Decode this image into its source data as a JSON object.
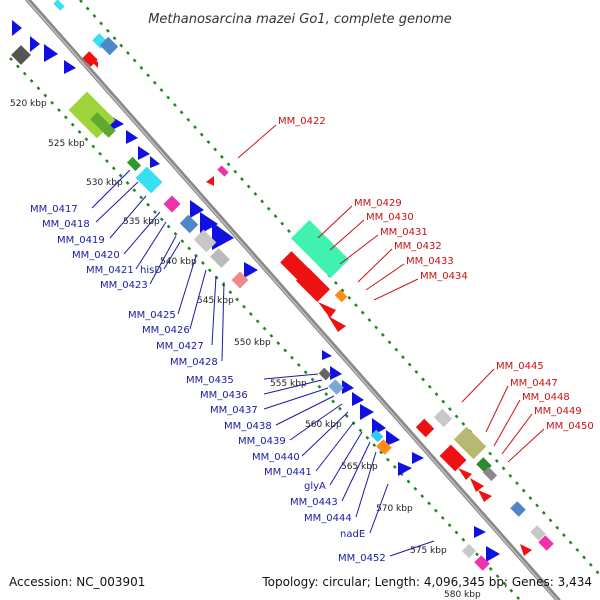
{
  "title": "Methanosarcina mazei Go1, complete genome",
  "footer": {
    "accession": "Accession: NC_003901",
    "topology": "Topology: circular; Length: 4,096,345 bp; Genes: 3,434"
  },
  "ticks": [
    "520 kbp",
    "525 kbp",
    "530 kbp",
    "535 kbp",
    "540 kbp",
    "545 kbp",
    "550 kbp",
    "555 kbp",
    "560 kbp",
    "565 kbp",
    "570 kbp",
    "575 kbp",
    "580 kbp"
  ],
  "left_labels": [
    "MM_0417",
    "MM_0418",
    "MM_0419",
    "MM_0420",
    "MM_0421",
    "MM_0423",
    "hisD",
    "MM_0425",
    "MM_0426",
    "MM_0427",
    "MM_0428",
    "MM_0435",
    "MM_0436",
    "MM_0437",
    "MM_0438",
    "MM_0439",
    "MM_0440",
    "MM_0441",
    "glyA",
    "MM_0443",
    "MM_0444",
    "nadE",
    "MM_0452"
  ],
  "right_labels": [
    "MM_0422",
    "MM_0429",
    "MM_0430",
    "MM_0431",
    "MM_0432",
    "MM_0433",
    "MM_0434",
    "MM_0445",
    "MM_0447",
    "MM_0448",
    "MM_0449",
    "MM_0450"
  ],
  "colors": {
    "backbone": "#8a8a8a",
    "dots": "#1f8a1f",
    "forward_gene": "#1010e0",
    "reverse_gene": "#ee1111",
    "left_label": "#1a1aa6",
    "right_label": "#cc1111"
  }
}
